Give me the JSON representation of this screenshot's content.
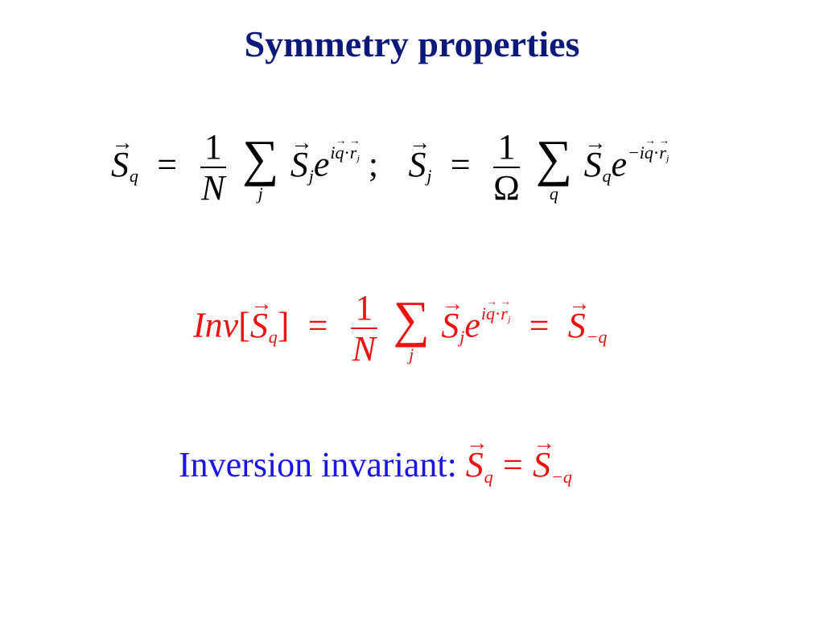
{
  "title": "Symmetry properties",
  "colors": {
    "title": "#0b1a7a",
    "eq_black": "#000000",
    "eq_red": "#ee1111",
    "label_blue": "#1a14e8"
  },
  "symbols": {
    "S": "S",
    "e": "e",
    "N": "N",
    "Omega": "Ω",
    "one": "1",
    "sigma": "∑",
    "eq": "=",
    "semicolon": ";",
    "sub_q": "q",
    "sub_j": "j",
    "sub_minus_q": "−q",
    "exp_pos_i": "i",
    "exp_neg_i": "−i",
    "exp_q": "q",
    "exp_dot": "·",
    "exp_r": "r",
    "exp_r_sub": "j",
    "inv_word": "Inv",
    "lbracket": "[",
    "rbracket": "]"
  },
  "inversion_label": "Inversion invariant:"
}
